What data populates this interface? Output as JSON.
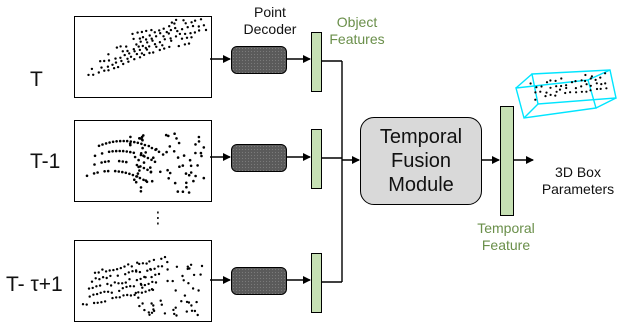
{
  "frames": {
    "t": "T",
    "t_minus_1": "T-1",
    "ellipsis": "⋮",
    "t_minus_tau": "T- τ+1"
  },
  "point_decoder": {
    "line1": "Point",
    "line2": "Decoder"
  },
  "object_features": {
    "line1": "Object",
    "line2": "Features"
  },
  "temporal_fusion_module": {
    "line1": "Temporal",
    "line2": "Fusion",
    "line3": "Module"
  },
  "temporal_feature": {
    "line1": "Temporal",
    "line2": "Feature"
  },
  "output": {
    "line1": "3D Box",
    "line2": "Parameters"
  },
  "colors": {
    "green_text": "#6a8f4a",
    "feature_fill": "#c6e0b4",
    "module_fill": "#d9d9d9",
    "decoder_fill": "#5a5a5a",
    "box_outline": "#00e5ff"
  }
}
